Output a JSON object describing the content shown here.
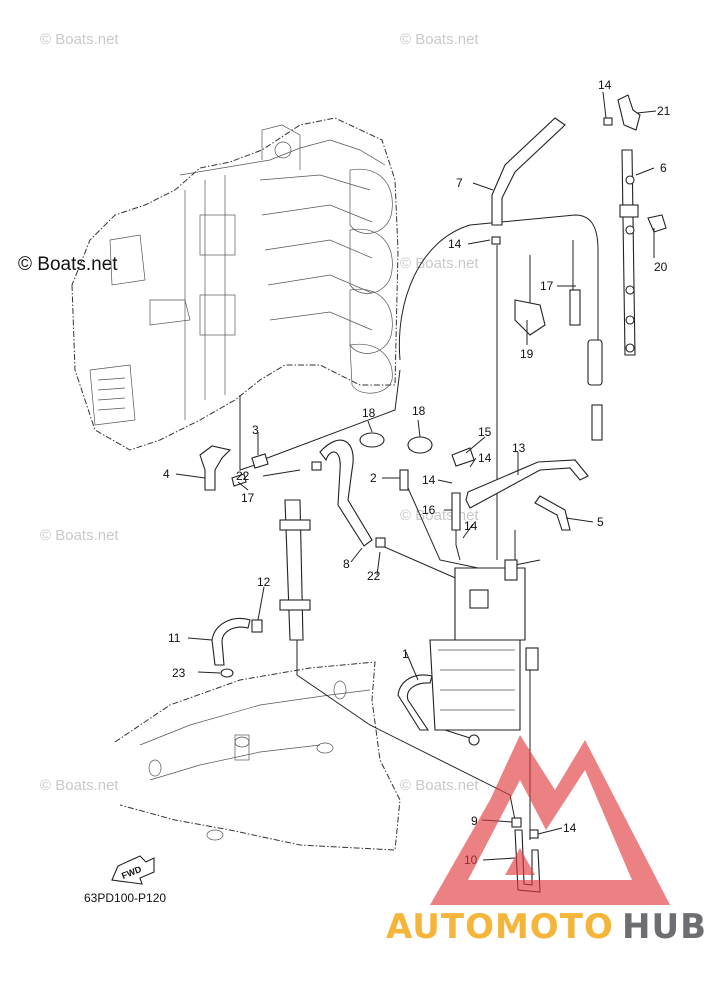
{
  "watermark": "© Boats.net",
  "watermark_large": "© Boats.net",
  "diagram_code": "63PD100-P120",
  "fwd_label": "FWD",
  "brand": {
    "part1": "AUTOMOTO",
    "part2": "HUB",
    "color1": "#f5b43a",
    "color2": "#6d6e71",
    "logo_color": "#e03a3e"
  },
  "callouts": {
    "c1": "1",
    "c2": "2",
    "c3": "3",
    "c4": "4",
    "c5": "5",
    "c6": "6",
    "c7": "7",
    "c8": "8",
    "c9": "9",
    "c10": "10",
    "c11": "11",
    "c12": "12",
    "c13": "13",
    "c14a": "14",
    "c14b": "14",
    "c14c": "14",
    "c14d": "14",
    "c14e": "14",
    "c14f": "14",
    "c15": "15",
    "c16": "16",
    "c17a": "17",
    "c17b": "17",
    "c18a": "18",
    "c18b": "18",
    "c19": "19",
    "c20": "20",
    "c21": "21",
    "c22a": "22",
    "c22b": "22",
    "c23": "23"
  }
}
